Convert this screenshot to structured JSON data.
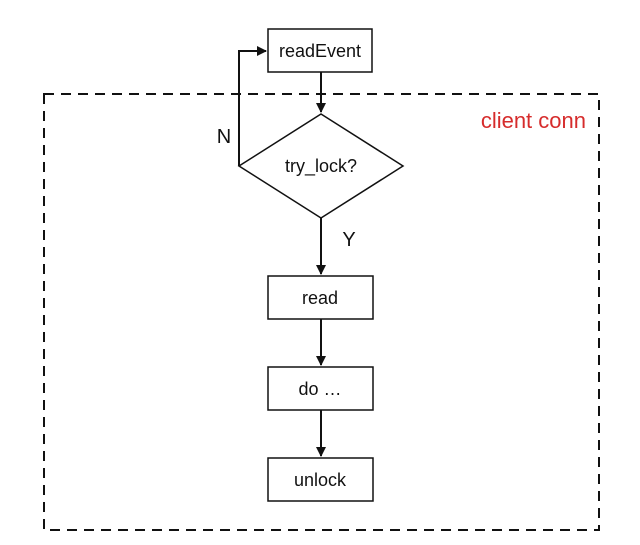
{
  "diagram": {
    "region": {
      "label": "client conn",
      "label_color": "#d62c2c",
      "border_color": "#111111",
      "border_style": "dashed"
    },
    "nodes": {
      "read_event": {
        "label": "readEvent",
        "shape": "rectangle"
      },
      "try_lock": {
        "label": "try_lock?",
        "shape": "diamond"
      },
      "read": {
        "label": "read",
        "shape": "rectangle"
      },
      "do": {
        "label": "do …",
        "shape": "rectangle"
      },
      "unlock": {
        "label": "unlock",
        "shape": "rectangle"
      }
    },
    "edges": {
      "no_label": "N",
      "yes_label": "Y"
    },
    "colors": {
      "stroke": "#111111",
      "background": "#ffffff"
    }
  }
}
